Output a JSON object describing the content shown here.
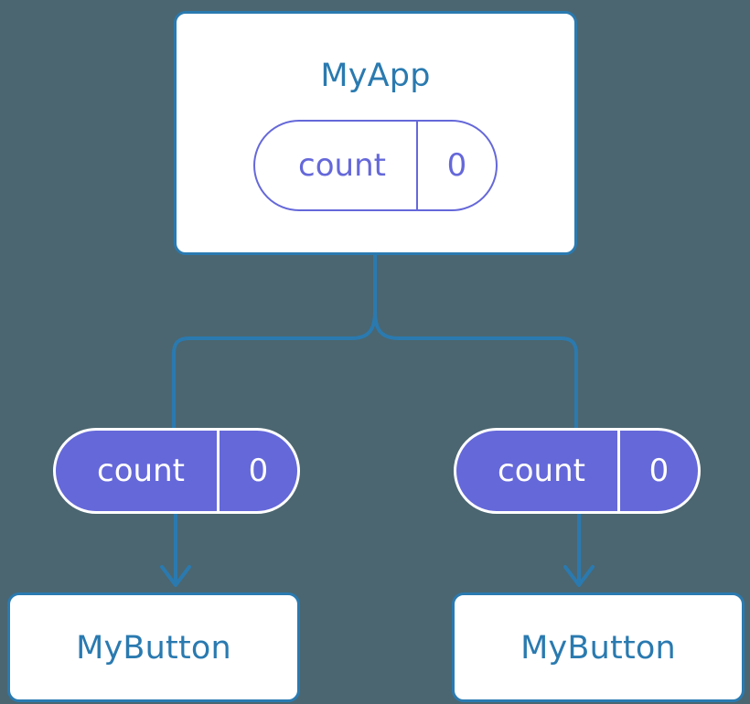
{
  "diagram": {
    "title": "MyApp component state propagation tree",
    "background_color": "#4b6670",
    "accent_color": "#2a7ab0",
    "state_color": "#6568d9",
    "box_fill": "#ffffff"
  },
  "root": {
    "name": "MyApp",
    "state": {
      "key": "count",
      "value": "0"
    }
  },
  "children": [
    {
      "state": {
        "key": "count",
        "value": "0"
      },
      "component": {
        "name": "MyButton"
      }
    },
    {
      "state": {
        "key": "count",
        "value": "0"
      },
      "component": {
        "name": "MyButton"
      }
    }
  ],
  "connectors": {
    "trunk_label": "state-down-trunk",
    "branch_label": "state-down-branch",
    "arrow_label": "props-arrow"
  }
}
